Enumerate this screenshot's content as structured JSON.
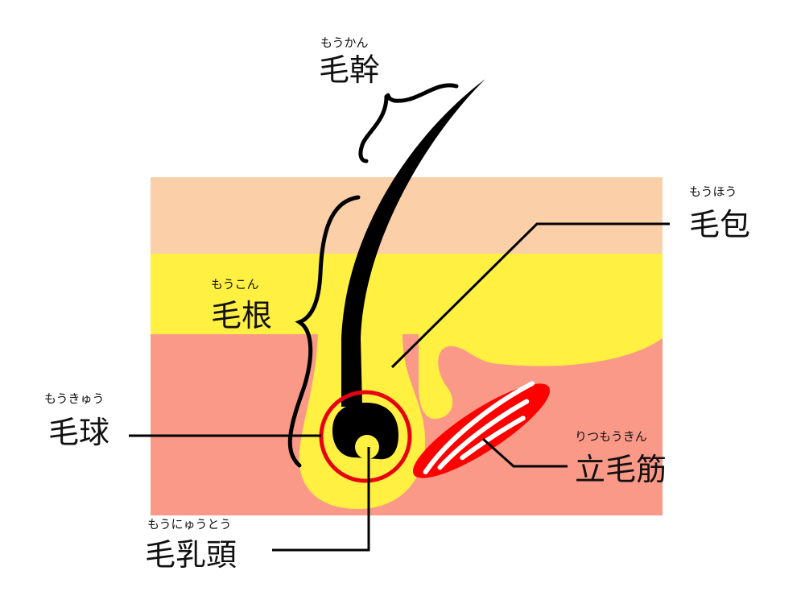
{
  "title": "毛の構造",
  "colors": {
    "epidermis": "#FBCFA8",
    "dermis_upper": "#FFF042",
    "dermis_lower": "#FA9988",
    "muscle": "#FF0000",
    "hair": "#000000"
  },
  "labels": {
    "hair_shaft": {
      "text": "毛幹",
      "ruby": "もうかん"
    },
    "hair_follicle": {
      "text": "毛包",
      "ruby": "もうほう"
    },
    "hair_root": {
      "text": "毛根",
      "ruby": "もうこん"
    },
    "hair_bulb": {
      "text": "毛球",
      "ruby": "もうきゅう"
    },
    "arrector_pili": {
      "text": "立毛筋",
      "ruby": "りつもうきん"
    },
    "dermal_papilla": {
      "text": "毛乳頭",
      "ruby": "もうにゅうとう"
    }
  }
}
